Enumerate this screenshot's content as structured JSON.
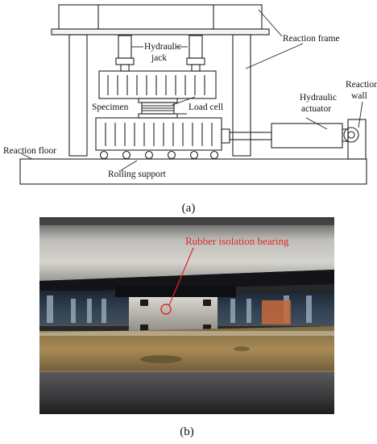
{
  "panel_a": {
    "labels": {
      "hydraulic_jack": [
        "Hydraulic",
        "jack"
      ],
      "reaction_frame": "Reaction frame",
      "hydraulic_actuator": [
        "Hydraulic",
        "actuator"
      ],
      "reaction_wall": [
        "Reaction",
        "wall"
      ],
      "specimen": "Specimen",
      "load_cell": "Load cell",
      "reaction_floor": "Reaction floor",
      "rolling_support": "Rolling support"
    },
    "caption": "(a)"
  },
  "panel_b": {
    "annotation": "Rubber isolation bearing",
    "caption": "(b)"
  },
  "colors": {
    "line": "#222222",
    "annotation": "#e0262a"
  }
}
